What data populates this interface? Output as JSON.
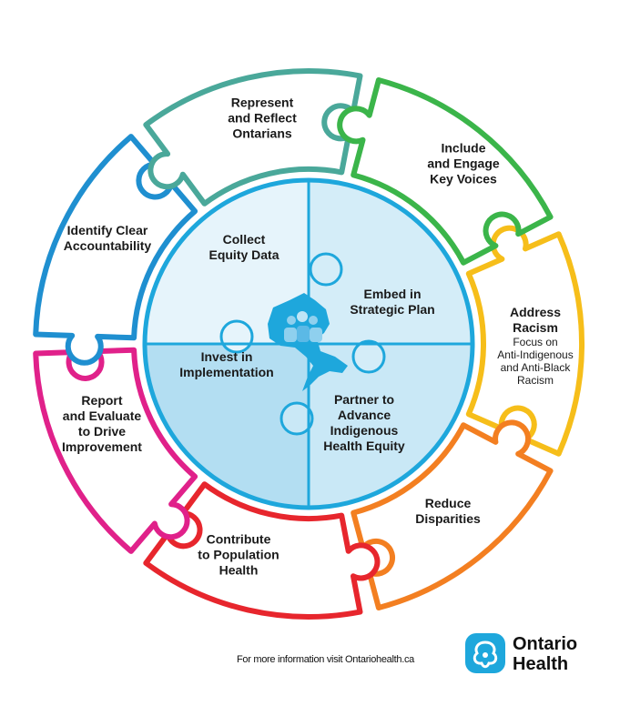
{
  "outer_pieces": [
    {
      "lines": [
        "Address",
        "Racism"
      ],
      "sub": [
        "Focus on",
        "Anti-Indigenous",
        "and Anti-Black",
        "Racism"
      ],
      "color": "#f6be1a"
    },
    {
      "lines": [
        "Reduce",
        "Disparities"
      ],
      "color": "#f37f21"
    },
    {
      "lines": [
        "Contribute",
        "to Population",
        "Health"
      ],
      "color": "#e7262d"
    },
    {
      "lines": [
        "Report",
        "and Evaluate",
        "to Drive",
        "Improvement"
      ],
      "color": "#e0218a"
    },
    {
      "lines": [
        "Identify Clear",
        "Accountability"
      ],
      "color": "#1f8fd0"
    },
    {
      "lines": [
        "Represent",
        "and Reflect",
        "Ontarians"
      ],
      "color": "#4aa89a"
    },
    {
      "lines": [
        "Include",
        "and Engage",
        "Key Voices"
      ],
      "color": "#3bb54a"
    }
  ],
  "inner_pieces": [
    {
      "lines": [
        "Collect",
        "Equity Data"
      ],
      "fill": "#e6f4fb"
    },
    {
      "lines": [
        "Embed in",
        "Strategic Plan"
      ],
      "fill": "#d4edf8"
    },
    {
      "lines": [
        "Invest in",
        "Implementation"
      ],
      "fill": "#b3def2"
    },
    {
      "lines": [
        "Partner to",
        "Advance",
        "Indigenous",
        "Health Equity"
      ],
      "fill": "#c9e8f6"
    }
  ],
  "inner_stroke": "#1ea7dc",
  "center_icon": "ontario-map-people-icon",
  "footer": {
    "text": "For more information visit Ontariohealth.ca"
  },
  "logo": {
    "line1": "Ontario",
    "line2": "Health",
    "icon": "trillium-icon",
    "color": "#1ea7dc"
  }
}
